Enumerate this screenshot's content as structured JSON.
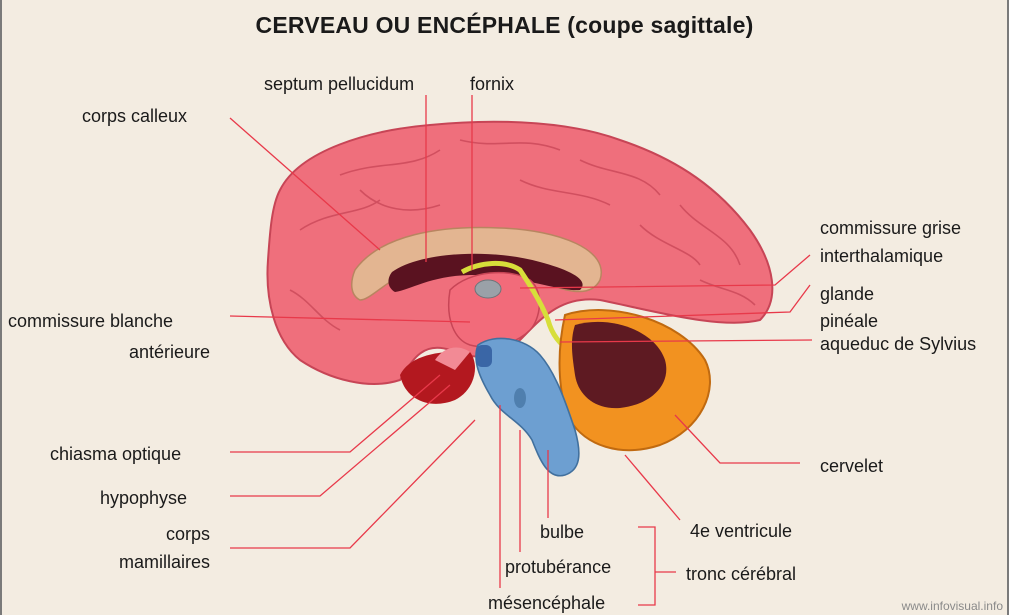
{
  "title": "CERVEAU OU ENCÉPHALE (coupe sagittale)",
  "labels": {
    "septum": "septum pellucidum",
    "fornix": "fornix",
    "corps_calleux": "corps calleux",
    "commissure_grise_1": "commissure grise",
    "commissure_grise_2": "interthalamique",
    "glande_1": "glande",
    "glande_2": "pinéale",
    "aqueduc": "aqueduc de Sylvius",
    "commissure_blanche_1": "commissure blanche",
    "commissure_blanche_2": "antérieure",
    "cervelet": "cervelet",
    "chiasma": "chiasma optique",
    "hypophyse": "hypophyse",
    "corps_mam_1": "corps",
    "corps_mam_2": "mamillaires",
    "bulbe": "bulbe",
    "ventricule4": "4e ventricule",
    "protuberance": "protubérance",
    "tronc": "tronc cérébral",
    "mesencephale": "mésencéphale"
  },
  "watermark": "www.infovisual.info",
  "colors": {
    "cortex": "#ef6f7c",
    "cortex_dark": "#c74556",
    "corpus": "#e3b591",
    "ventricle": "#5a1220",
    "thalamus": "#f26b7a",
    "brainstem": "#6d9fd1",
    "cerebellum_outer": "#f29220",
    "cerebellum_inner": "#5e1a22",
    "hypothal": "#b3181f",
    "yellow": "#d7de3a",
    "lines": "#e8394a"
  }
}
